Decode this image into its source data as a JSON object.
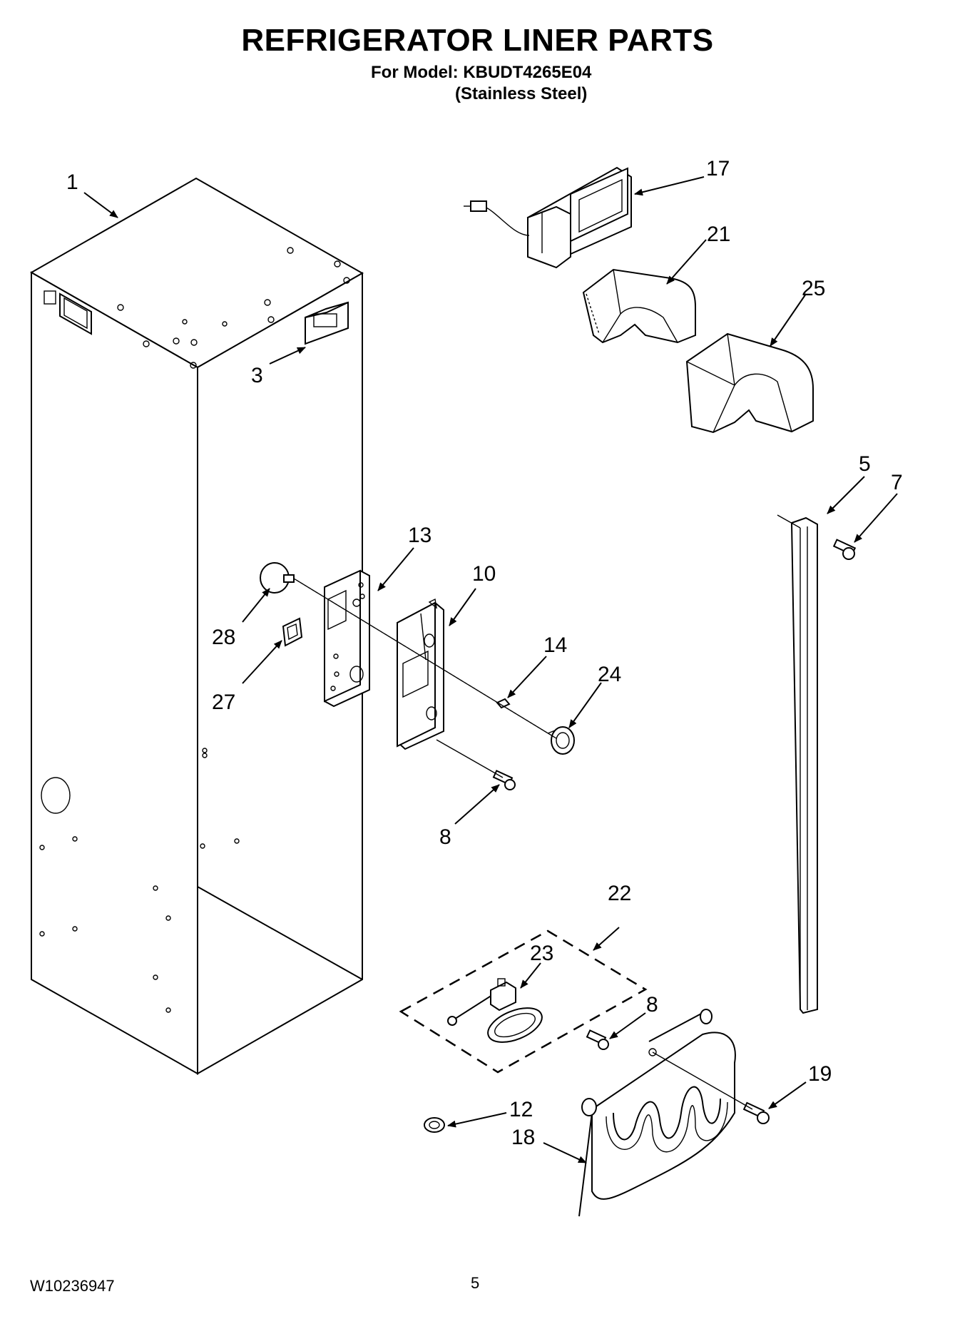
{
  "header": {
    "title": "REFRIGERATOR LINER PARTS",
    "model_line": "For Model: KBUDT4265E04",
    "finish_line": "(Stainless Steel)"
  },
  "footer": {
    "doc_number": "W10236947",
    "page_number": "5"
  },
  "callouts": {
    "c1": "1",
    "c3": "3",
    "c5": "5",
    "c7": "7",
    "c8a": "8",
    "c8b": "8",
    "c10": "10",
    "c12": "12",
    "c13": "13",
    "c14": "14",
    "c17": "17",
    "c18": "18",
    "c19": "19",
    "c21": "21",
    "c22": "22",
    "c23": "23",
    "c24": "24",
    "c25": "25",
    "c27": "27",
    "c28": "28"
  }
}
